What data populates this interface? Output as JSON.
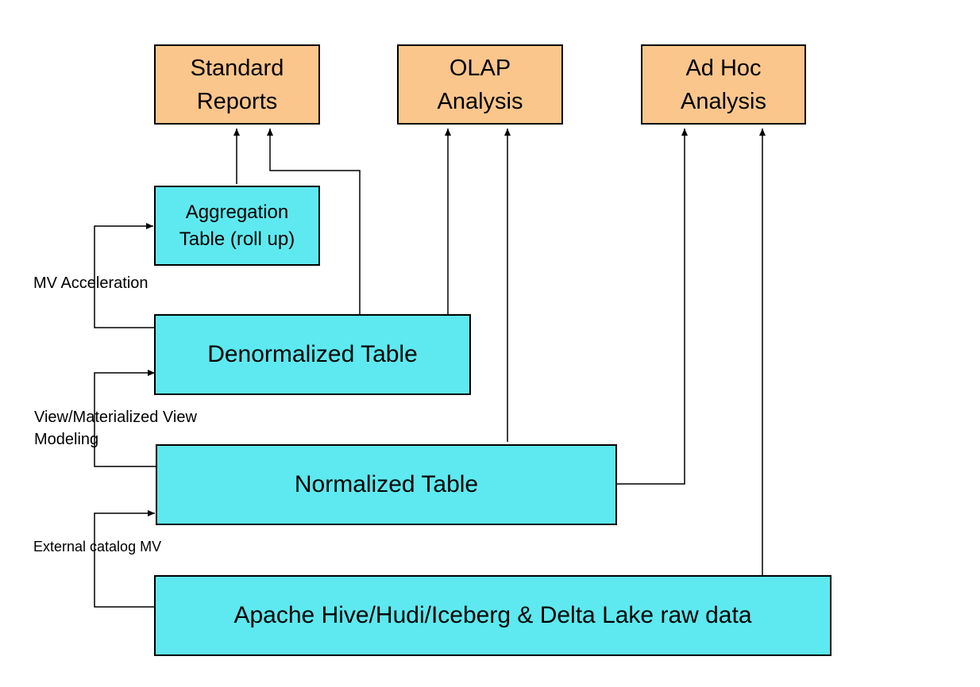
{
  "consumers": {
    "standard_reports": "Standard\nReports",
    "olap_analysis": "OLAP\nAnalysis",
    "adhoc_analysis": "Ad Hoc\nAnalysis"
  },
  "layers": {
    "aggregation_table": "Aggregation\nTable (roll up)",
    "denormalized_table": "Denormalized Table",
    "normalized_table": "Normalized Table",
    "raw_data": "Apache Hive/Hudi/Iceberg & Delta Lake raw data"
  },
  "annotations": {
    "mv_acceleration": "MV Acceleration",
    "view_modeling_line1": "View/Materialized View",
    "view_modeling_line2": "Modeling",
    "external_catalog_mv": "External catalog MV"
  },
  "colors": {
    "consumer_fill": "#fbc68c",
    "layer_fill": "#5de9ef",
    "line": "#000000"
  }
}
